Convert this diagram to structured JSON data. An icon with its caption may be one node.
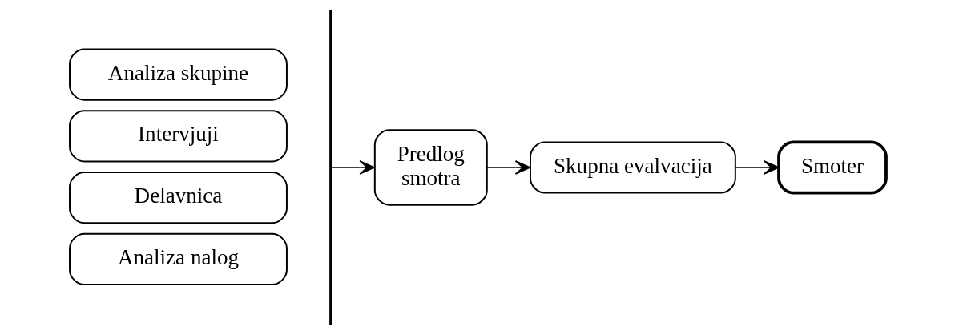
{
  "diagram": {
    "nodes": [
      {
        "text": [
          "Analiza skupine"
        ]
      },
      {
        "text": [
          "Intervjuji"
        ]
      },
      {
        "text": [
          "Delavnica"
        ]
      },
      {
        "text": [
          "Analiza nalog"
        ]
      },
      {
        "text": [],
        "shape": "bar"
      },
      {
        "text": [
          "Predlog smotra"
        ]
      },
      {
        "text": [
          "Skupna evalvacija"
        ]
      },
      {
        "text": [
          "Smoter"
        ]
      }
    ],
    "edges": [
      {
        "from": 4,
        "to": 5,
        "arrow": "to"
      },
      {
        "from": 5,
        "to": 6,
        "arrow": "to"
      },
      {
        "from": 6,
        "to": 7,
        "arrow": "to"
      }
    ]
  }
}
